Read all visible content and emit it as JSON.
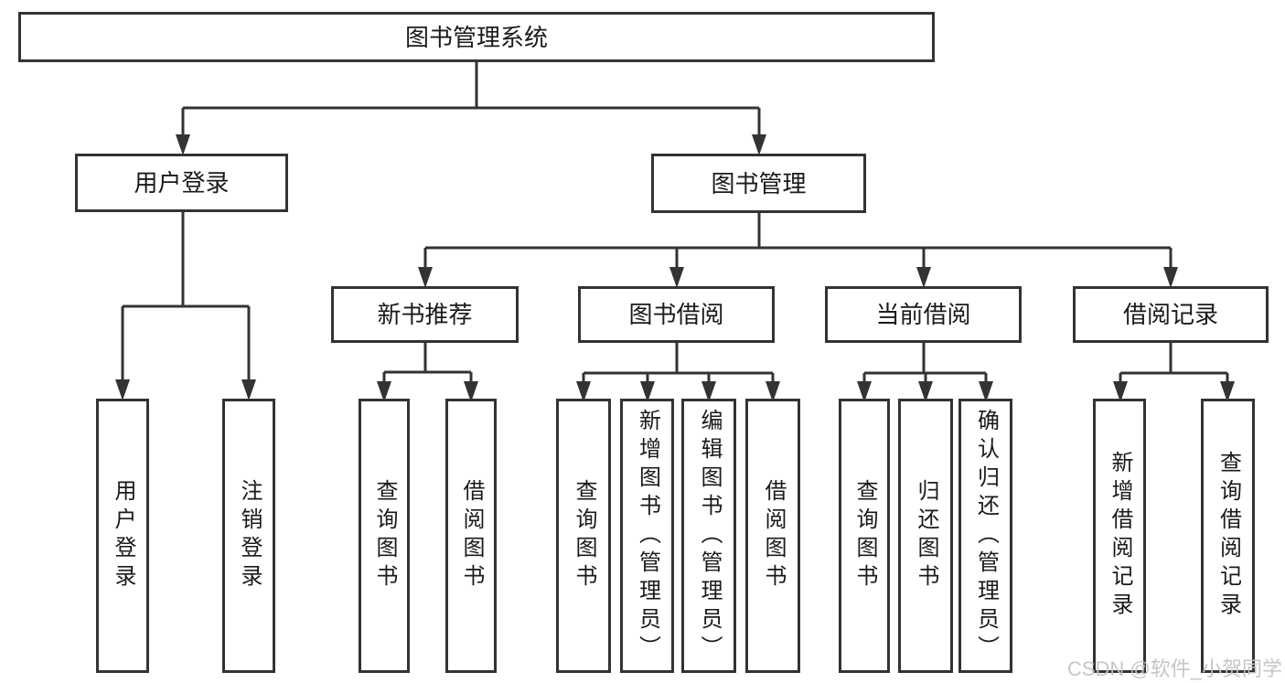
{
  "tree": {
    "root": {
      "label": "图书管理系统",
      "children": [
        {
          "label": "用户登录",
          "children": [
            {
              "label": "用户登录"
            },
            {
              "label": "注销登录"
            }
          ]
        },
        {
          "label": "图书管理",
          "children": [
            {
              "label": "新书推荐",
              "children": [
                {
                  "label": "查询图书"
                },
                {
                  "label": "借阅图书"
                }
              ]
            },
            {
              "label": "图书借阅",
              "children": [
                {
                  "label": "查询图书"
                },
                {
                  "label": "新增图书（管理员）"
                },
                {
                  "label": "编辑图书（管理员）"
                },
                {
                  "label": "借阅图书"
                }
              ]
            },
            {
              "label": "当前借阅",
              "children": [
                {
                  "label": "查询图书"
                },
                {
                  "label": "归还图书"
                },
                {
                  "label": "确认归还（管理员）"
                }
              ]
            },
            {
              "label": "借阅记录",
              "children": [
                {
                  "label": "新增借阅记录"
                },
                {
                  "label": "查询借阅记录"
                }
              ]
            }
          ]
        }
      ]
    }
  },
  "watermark": "CSDN @软件_小贺同学",
  "colors": {
    "line": "#333333",
    "text": "#1a1a1a",
    "background": "#ffffff",
    "watermark": "#c3c3c3"
  }
}
